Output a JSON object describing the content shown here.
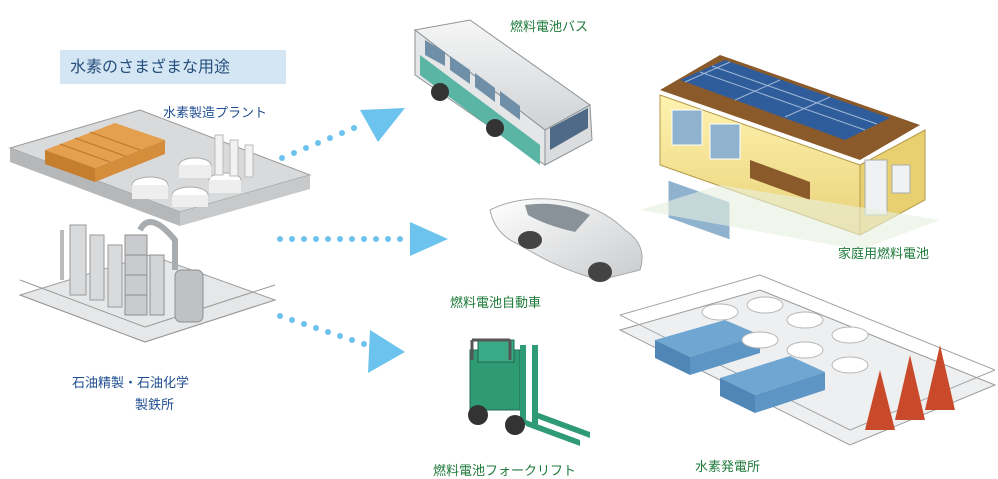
{
  "title": "水素のさまざまな用途",
  "sources": {
    "plant": "水素製造プラント",
    "refinery_line1": "石油精製・石油化学",
    "refinery_line2": "製鉄所"
  },
  "uses": {
    "bus": "燃料電池バス",
    "car": "燃料電池自動車",
    "forklift": "燃料電池フォークリフト",
    "home": "家庭用燃料電池",
    "power_plant": "水素発電所"
  },
  "colors": {
    "arrow": "#6cc4ee",
    "label_blue": "#1f4e91",
    "label_green": "#1e7a3a",
    "title_bg": "#d4e6f4"
  }
}
